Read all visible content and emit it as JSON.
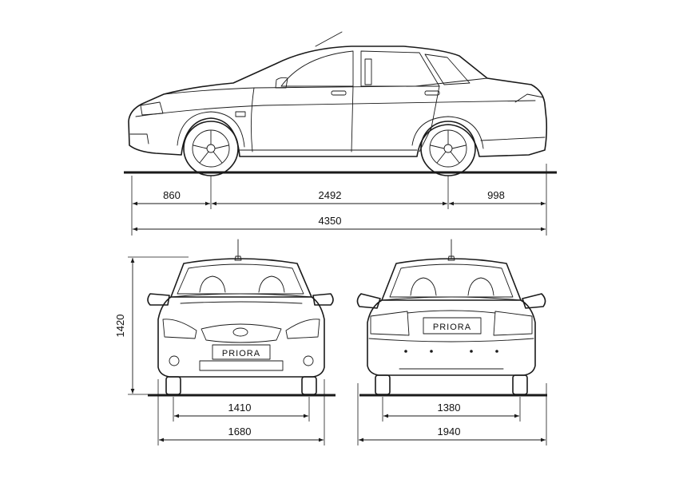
{
  "dimensions": {
    "front_overhang": "860",
    "wheelbase": "2492",
    "rear_overhang": "998",
    "overall_length": "4350",
    "height": "1420",
    "front_track": "1410",
    "front_width": "1680",
    "rear_track": "1380",
    "overall_width": "1940"
  },
  "plates": {
    "front": "PRIORA",
    "rear": "PRIORA"
  },
  "colors": {
    "line": "#1a1a1a",
    "background": "#ffffff"
  }
}
